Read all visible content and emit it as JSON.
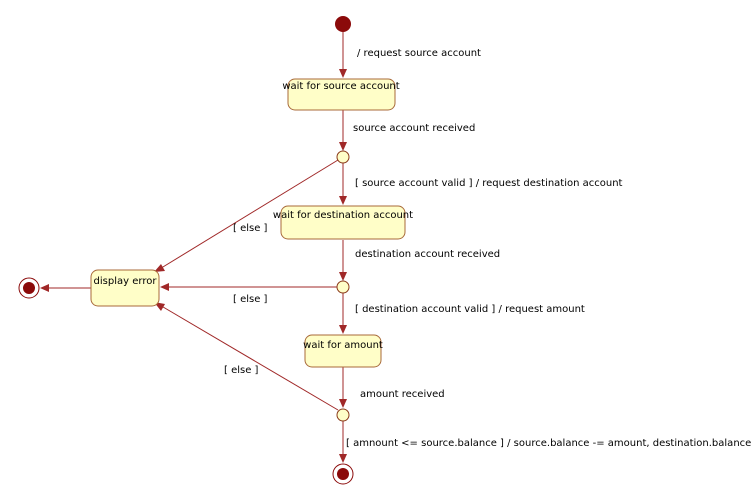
{
  "states": {
    "wait_source": "wait for source account",
    "wait_destination": "wait for destination account",
    "wait_amount": "wait for amount",
    "display_error": "display error"
  },
  "transitions": {
    "request_source": "/ request source account",
    "source_received": "source account received",
    "source_valid": "[ source account valid ] / request destination account",
    "dest_received": "destination account received",
    "dest_valid": "[ destination account valid ] / request amount",
    "amount_received": "amount received",
    "amount_ok": "[ amnount <= source.balance ] / source.balance -= amount, destination.balance += amount",
    "else_1": "[ else ]",
    "else_2": "[ else ]",
    "else_3": "[ else ]"
  },
  "colors": {
    "state_fill": "#fffec8",
    "state_border": "#a86a3a",
    "edge": "#a02828",
    "node": "#8b0a0a"
  }
}
